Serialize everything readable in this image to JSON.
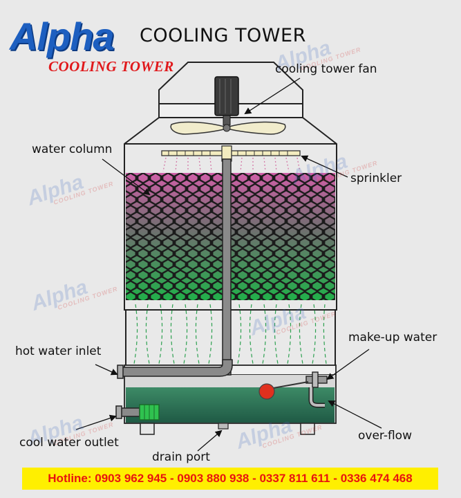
{
  "logo": {
    "brand": "Alpha",
    "tagline": "COOLING TOWER"
  },
  "title": "COOLING TOWER",
  "labels": {
    "fan": "cooling tower fan",
    "water_column": "water column",
    "sprinkler": "sprinkler",
    "make_up_water": "make-up water",
    "hot_water_inlet": "hot water inlet",
    "over_flow": "over-flow",
    "cool_water_outlet": "cool water outlet",
    "drain_port": "drain port"
  },
  "hotline": "Hotline: 0903 962 945 - 0903 880 938 - 0337 811 611 - 0336 474 468",
  "watermark": {
    "brand": "Alpha",
    "tagline": "COOLING TOWER"
  },
  "colors": {
    "background": "#e9e9e9",
    "logo_blue": "#1d5fc0",
    "logo_red": "#e0181b",
    "hotline_bg": "#ffef00",
    "hotline_text": "#e8140f",
    "fill_top": "#c85aa0",
    "fill_bottom": "#2aa84a",
    "basin_water": "#2f7a5a",
    "float_ball": "#e0301e",
    "fan_blade": "#f1eccc"
  }
}
